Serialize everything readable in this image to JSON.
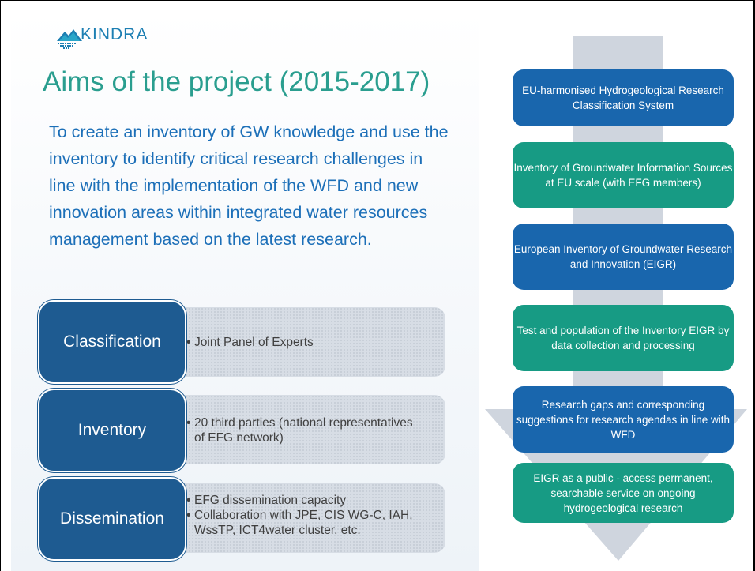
{
  "logo": {
    "text": "KINDRA"
  },
  "title": "Aims of the project (2015-2017)",
  "intro": "To create an inventory of GW knowledge and use the inventory to identify critical research challenges in line with the implementation of the WFD and new innovation areas within integrated water resources management based on the latest research.",
  "stages": [
    {
      "label": "Classification",
      "items": [
        "Joint Panel of Experts"
      ]
    },
    {
      "label": "Inventory",
      "items": [
        "20 third parties (national representatives of EFG network)"
      ]
    },
    {
      "label": "Dissemination",
      "items": [
        "EFG dissemination capacity",
        "Collaboration with JPE, CIS WG-C, IAH, WssTP, ICT4water cluster, etc."
      ]
    }
  ],
  "flow": [
    {
      "text": "EU-harmonised Hydrogeological Research Classification System",
      "color": "#1966ad"
    },
    {
      "text": "Inventory of Groundwater Information Sources at EU scale (with EFG members)",
      "color": "#179b84"
    },
    {
      "text": "European Inventory of Groundwater Research and Innovation (EIGR)",
      "color": "#1966ad"
    },
    {
      "text": "Test and population of the Inventory EIGR by data collection and processing",
      "color": "#179b84"
    },
    {
      "text": "Research gaps and corresponding suggestions for research agendas in line with WFD",
      "color": "#1966ad"
    },
    {
      "text": "EIGR as a public - access permanent, searchable service on ongoing hydrogeological research",
      "color": "#179b84"
    }
  ],
  "colors": {
    "title": "#2a9e8f",
    "intro": "#1c6fb8",
    "stage_box": "#1e5b91",
    "arrow": "#cfd5de"
  }
}
